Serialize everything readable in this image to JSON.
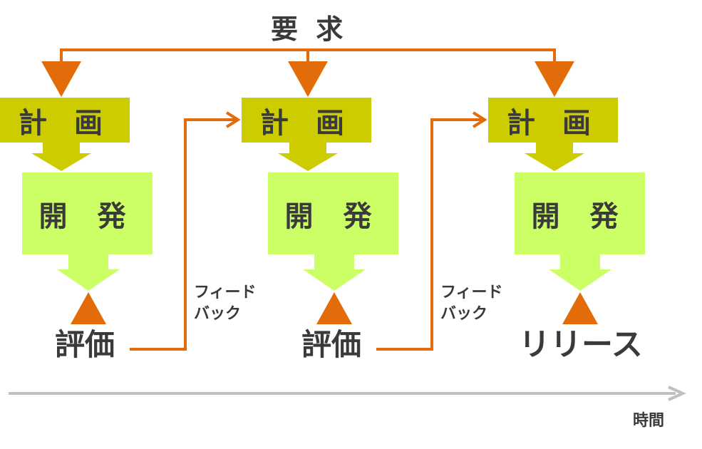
{
  "diagram": {
    "title": "要 求",
    "plan_label": "計 画",
    "dev_label": "開 発",
    "evaluate_label": "評価",
    "feedback_label": "フィード\nバック",
    "release_label": "リリース",
    "time_label": "時間",
    "colors": {
      "plan": "#cccc00",
      "dev": "#ccff66",
      "accent": "#e36c0a",
      "timeline": "#bfbfbf",
      "text": "#3a3a3a"
    }
  }
}
